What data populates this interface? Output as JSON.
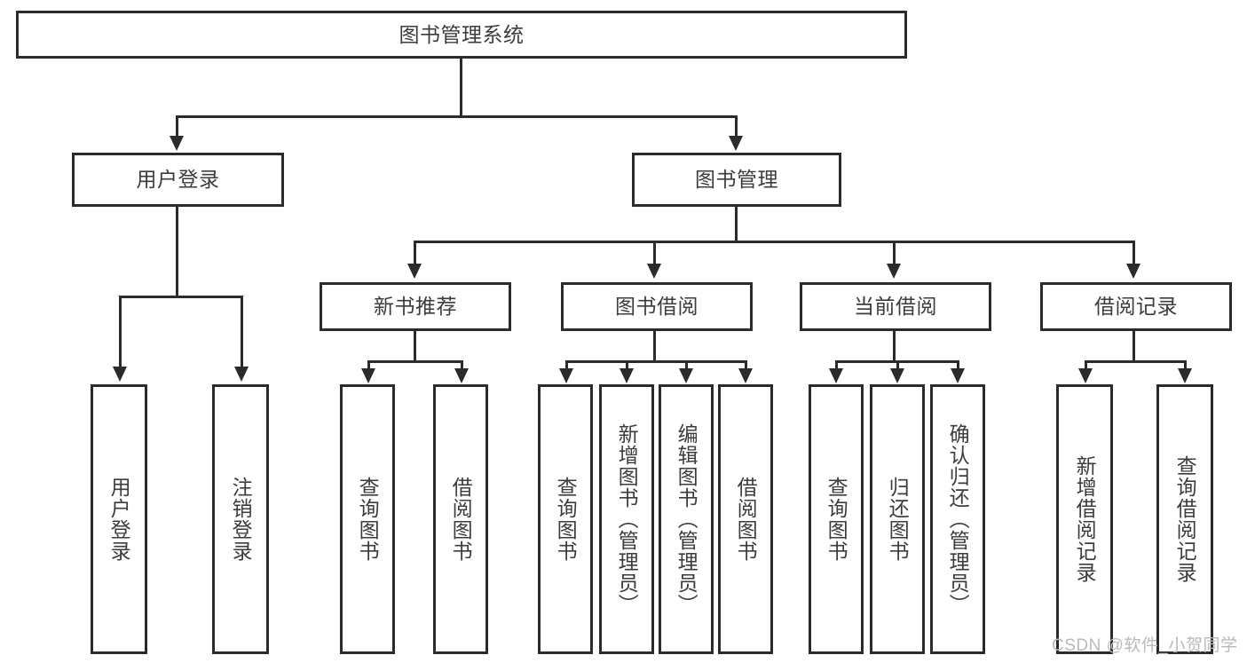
{
  "diagram": {
    "title": "图书管理系统",
    "type": "hierarchy-tree",
    "root": {
      "label": "图书管理系统"
    },
    "level2": [
      {
        "label": "用户登录"
      },
      {
        "label": "图书管理"
      }
    ],
    "level3": [
      {
        "label": "新书推荐"
      },
      {
        "label": "图书借阅"
      },
      {
        "label": "当前借阅"
      },
      {
        "label": "借阅记录"
      }
    ],
    "leaves": {
      "user_login": [
        {
          "label": "用户登录"
        },
        {
          "label": "注销登录"
        }
      ],
      "new_book_recommend": [
        {
          "label": "查询图书"
        },
        {
          "label": "借阅图书"
        }
      ],
      "book_borrow": [
        {
          "label": "查询图书"
        },
        {
          "label": "新增图书（管理员）"
        },
        {
          "label": "编辑图书（管理员）"
        },
        {
          "label": "借阅图书"
        }
      ],
      "current_borrow": [
        {
          "label": "查询图书"
        },
        {
          "label": "归还图书"
        },
        {
          "label": "确认归还（管理员）"
        }
      ],
      "borrow_record": [
        {
          "label": "新增借阅记录"
        },
        {
          "label": "查询借阅记录"
        }
      ]
    }
  },
  "watermark": {
    "text": "CSDN @软件_小贺同学"
  },
  "colors": {
    "stroke": "#2b2b2b",
    "text": "#3c3c3c",
    "background": "#ffffff",
    "watermark": "#b9b9b9"
  }
}
